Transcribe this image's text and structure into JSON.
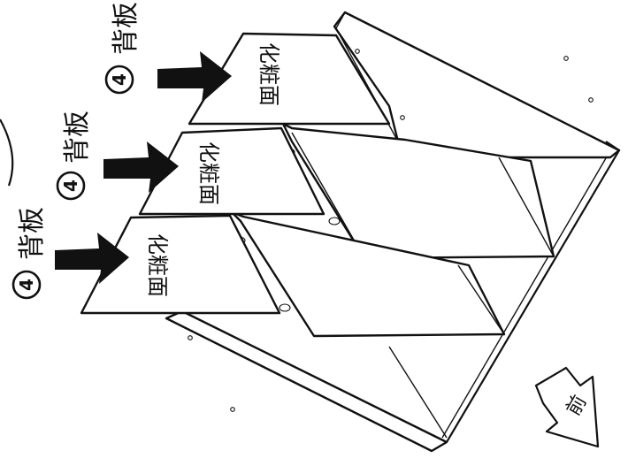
{
  "panels": [
    {
      "step_number": "4",
      "part_name": "背板",
      "face_label": "化粧面"
    },
    {
      "step_number": "4",
      "part_name": "背板",
      "face_label": "化粧面"
    },
    {
      "step_number": "4",
      "part_name": "背板",
      "face_label": "化粧面"
    }
  ],
  "direction": {
    "label": "前"
  },
  "colors": {
    "ink": "#111111",
    "paper": "#ffffff"
  }
}
